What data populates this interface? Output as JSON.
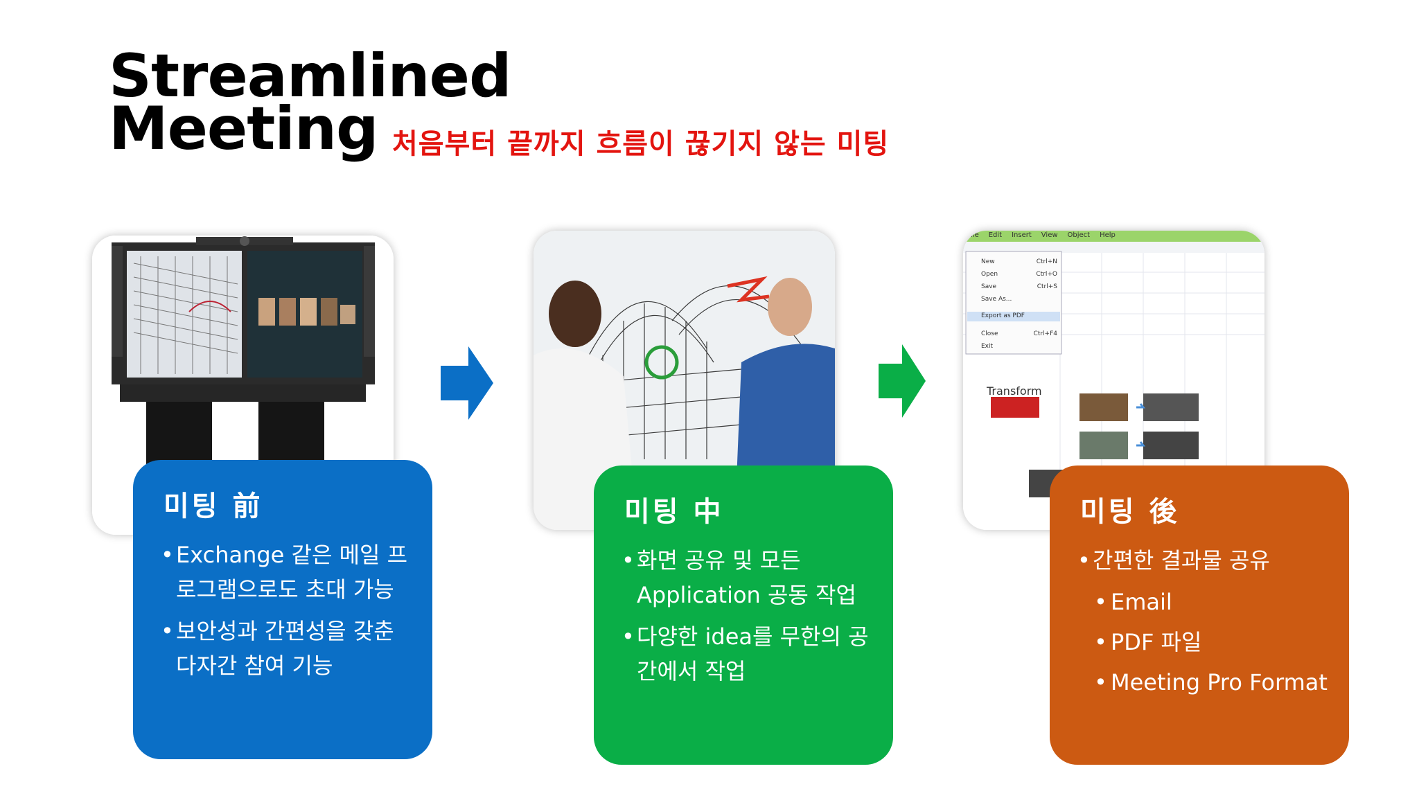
{
  "title": {
    "line1": "Streamlined",
    "line2": "Meeting"
  },
  "subtitle": "처음부터 끝까지 흐름이 끊기지 않는 미팅",
  "colors": {
    "blue": "#0b6fc6",
    "green": "#0aae47",
    "orange": "#cc5a12",
    "red": "#e3140f"
  },
  "stages": [
    {
      "heading": "미팅 前",
      "image": "telepresence-display-photo",
      "bullets": [
        "Exchange 같은 메일 프로그램으로도 초대 가능",
        "보안성과 간편성을 갖춘 다자간 참여 기능"
      ]
    },
    {
      "heading": "미팅 中",
      "image": "whiteboard-collaboration-photo",
      "bullets": [
        "화면 공유 및 모든 Application 공동 작업",
        "다양한 idea를 무한의 공간에서 작업"
      ]
    },
    {
      "heading": "미팅 後",
      "image": "file-menu-export-screenshot",
      "bullets": [
        "간편한 결과물 공유"
      ],
      "sub_bullets": [
        "Email",
        "PDF 파일",
        "Meeting Pro Format"
      ]
    }
  ],
  "screenshot": {
    "menu_bar": [
      "File",
      "Edit",
      "Insert",
      "View",
      "Object",
      "Help"
    ],
    "menu_items": [
      {
        "label": "New",
        "shortcut": "Ctrl+N"
      },
      {
        "label": "Open",
        "shortcut": "Ctrl+O"
      },
      {
        "label": "Save",
        "shortcut": "Ctrl+S"
      },
      {
        "label": "Save As...",
        "shortcut": ""
      },
      {
        "label": "Export as PDF",
        "shortcut": ""
      },
      {
        "label": "Close",
        "shortcut": "Ctrl+F4"
      },
      {
        "label": "Exit",
        "shortcut": ""
      }
    ],
    "heading": "Transform"
  },
  "arrows": [
    "arrow-right-icon-blue",
    "arrow-right-icon-green"
  ]
}
